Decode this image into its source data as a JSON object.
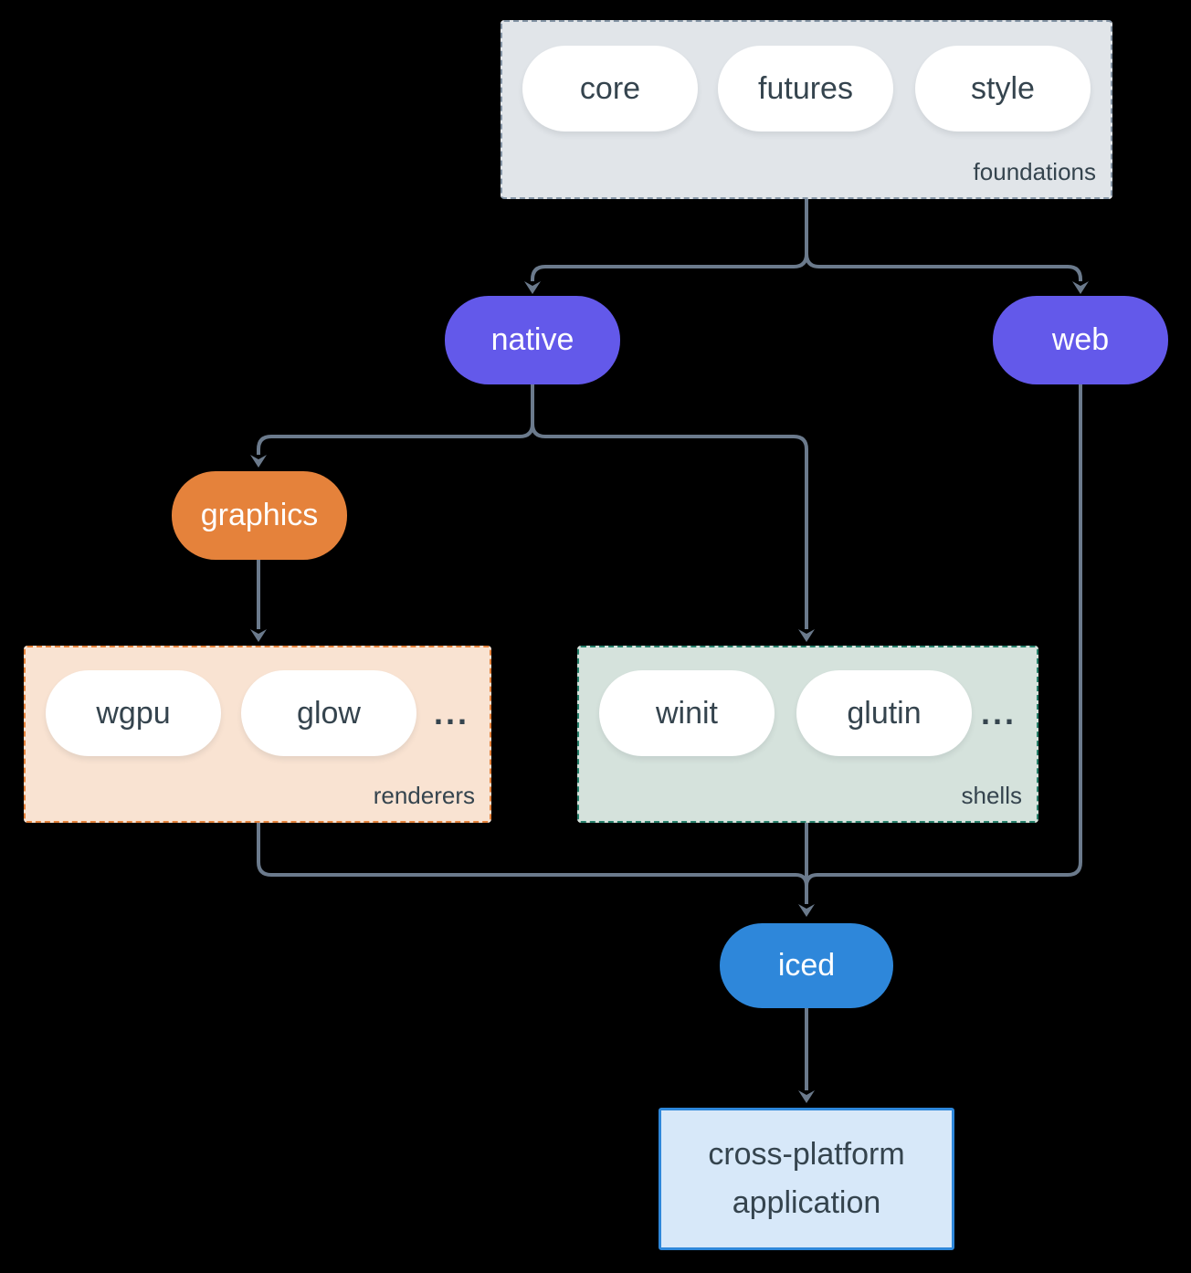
{
  "canvas": {
    "background": "#000000"
  },
  "colors": {
    "arrow": "#6b7a8c",
    "dark_text": "#35444e",
    "purple_node": "#6359ea",
    "orange_node": "#e5823b",
    "blue_node": "#2e87da",
    "white_pill": "#ffffff",
    "foundations_fill": "#e1e5e9",
    "foundations_border": "#8494a5",
    "renderers_fill": "#f9e3d2",
    "renderers_border": "#e5823b",
    "shells_fill": "#d5e2dc",
    "shells_border": "#27806b",
    "application_fill": "#d7e8f9",
    "application_border": "#2e87da"
  },
  "groups": {
    "foundations": {
      "label": "foundations",
      "items": [
        "core",
        "futures",
        "style"
      ]
    },
    "renderers": {
      "label": "renderers",
      "items": [
        "wgpu",
        "glow"
      ],
      "ellipsis": "..."
    },
    "shells": {
      "label": "shells",
      "items": [
        "winit",
        "glutin"
      ],
      "ellipsis": "..."
    }
  },
  "nodes": {
    "native": "native",
    "web": "web",
    "graphics": "graphics",
    "iced": "iced"
  },
  "application": {
    "lines": [
      "cross-platform",
      "application"
    ]
  }
}
